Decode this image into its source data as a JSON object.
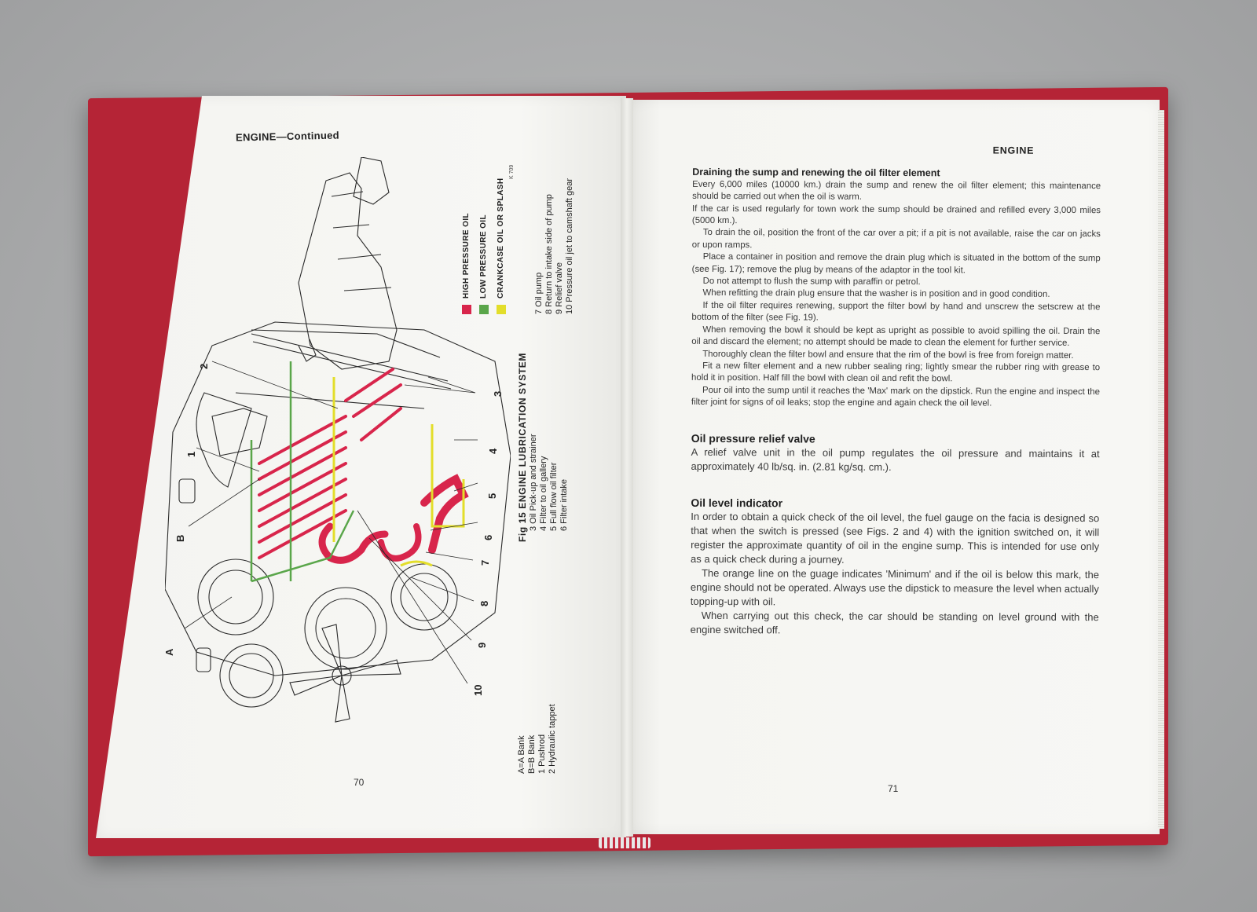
{
  "left_page": {
    "heading": "ENGINE—Continued",
    "k_code": "K 709",
    "legend_keys": [
      {
        "label": "HIGH PRESSURE OIL",
        "color": "#d8254b"
      },
      {
        "label": "LOW PRESSURE OIL",
        "color": "#5aa64a"
      },
      {
        "label": "CRANKCASE OIL OR SPLASH",
        "color": "#e3de2a"
      }
    ],
    "caption_title": "Fig 15 ENGINE LUBRICATION SYSTEM",
    "caption_items": [
      "3 Oil Pick-up and strainer",
      "4 Filter to oil gallery",
      "5 Full flow oil filter",
      "6 Filter intake"
    ],
    "caption_items2": [
      "7 Oil pump",
      "8 Return to intake side of pump",
      "9 Relief valve",
      "10 Pressure oil jet to camshaft gear"
    ],
    "bank_legend": [
      "A=A Bank",
      "B=B Bank",
      "1 Pushrod",
      "2 Hydraulic tappet"
    ],
    "callouts": [
      "2",
      "1",
      "B",
      "A",
      "3",
      "4",
      "5",
      "6",
      "7",
      "8",
      "9",
      "10"
    ],
    "page_number": "70"
  },
  "right_page": {
    "running_head": "ENGINE",
    "section1_title": "Draining the sump and renewing the oil filter element",
    "section1_paras": [
      "Every 6,000 miles (10000 km.) drain the sump and renew the oil filter element; this maintenance should be carried out when the oil is warm.",
      "If the car is used regularly for town work the sump should be drained and refilled every 3,000 miles (5000 km.).",
      "To drain the oil, position the front of the car over a pit; if a pit is not available, raise the car on jacks or upon ramps.",
      "Place a container in position and remove the drain plug which is situated in the bottom of the sump (see Fig. 17); remove the plug by means of the adaptor in the tool kit.",
      "Do not attempt to flush the sump with paraffin or petrol.",
      "When refitting the drain plug ensure that the washer is in position and in good condition.",
      "If the oil filter requires renewing, support the filter bowl by hand and unscrew the setscrew at the bottom of the filter (see Fig. 19).",
      "When removing the bowl it should be kept as upright as possible to avoid spilling the oil. Drain the oil and discard the element; no attempt should be made to clean the element for further service.",
      "Thoroughly clean the filter bowl and ensure that the rim of the bowl is free from foreign matter.",
      "Fit a new filter element and a new rubber sealing ring; lightly smear the rubber ring with grease to hold it in position. Half fill the bowl with clean oil and refit the bowl.",
      "Pour oil into the sump until it reaches the 'Max' mark on the dipstick. Run the engine and inspect the filter joint for signs of oil leaks; stop the engine and again check the oil level."
    ],
    "section2_title": "Oil pressure relief valve",
    "section2_paras": [
      "A relief valve unit in the oil pump regulates the oil pressure and maintains it at approximately 40 lb/sq. in. (2.81 kg/sq. cm.)."
    ],
    "section3_title": "Oil level indicator",
    "section3_paras": [
      "In order to obtain a quick check of the oil level, the fuel gauge on the facia is designed so that when the switch is pressed (see Figs. 2 and 4) with the ignition switched on, it will register the approximate quantity of oil in the engine sump. This is intended for use only as a quick check during a journey.",
      "The orange line on the guage indicates 'Minimum' and if the oil is below this mark, the engine should not be operated. Always use the dipstick to measure the level when actually topping-up with oil.",
      "When carrying out this check, the car should be standing on level ground with the engine switched off."
    ],
    "page_number": "71"
  }
}
